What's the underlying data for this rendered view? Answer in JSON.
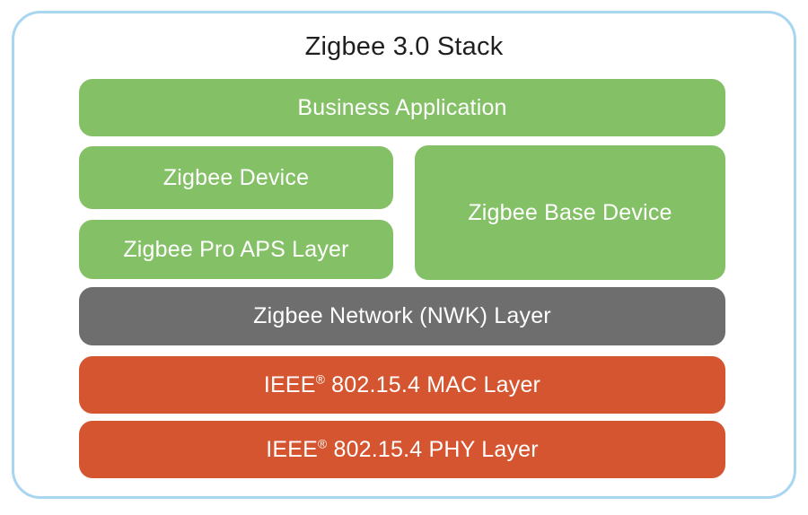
{
  "diagram": {
    "title": "Zigbee 3.0 Stack",
    "colors": {
      "block_green": "#84C166",
      "block_gray": "#6D6E6D",
      "block_red": "#D4552F",
      "frame_blue": "#A8D6F0",
      "block_text": "#FFFFFF",
      "title_text": "#1F1F1F"
    },
    "blocks": {
      "business_application": {
        "label": "Business Application",
        "color": "#84C166"
      },
      "zigbee_device": {
        "label": "Zigbee Device",
        "color": "#84C166"
      },
      "zigbee_pro_aps_layer": {
        "label": "Zigbee Pro APS Layer",
        "color": "#84C166"
      },
      "zigbee_base_device": {
        "label": "Zigbee Base Device",
        "color": "#84C166"
      },
      "zigbee_network_layer": {
        "label": "Zigbee Network (NWK) Layer",
        "color": "#6D6E6D"
      },
      "ieee_mac_layer": {
        "brand": "IEEE",
        "reg_mark": "®",
        "rest": " 802.15.4 MAC Layer",
        "color": "#D4552F"
      },
      "ieee_phy_layer": {
        "brand": "IEEE",
        "reg_mark": "®",
        "rest": " 802.15.4 PHY Layer",
        "color": "#D4552F"
      }
    }
  }
}
